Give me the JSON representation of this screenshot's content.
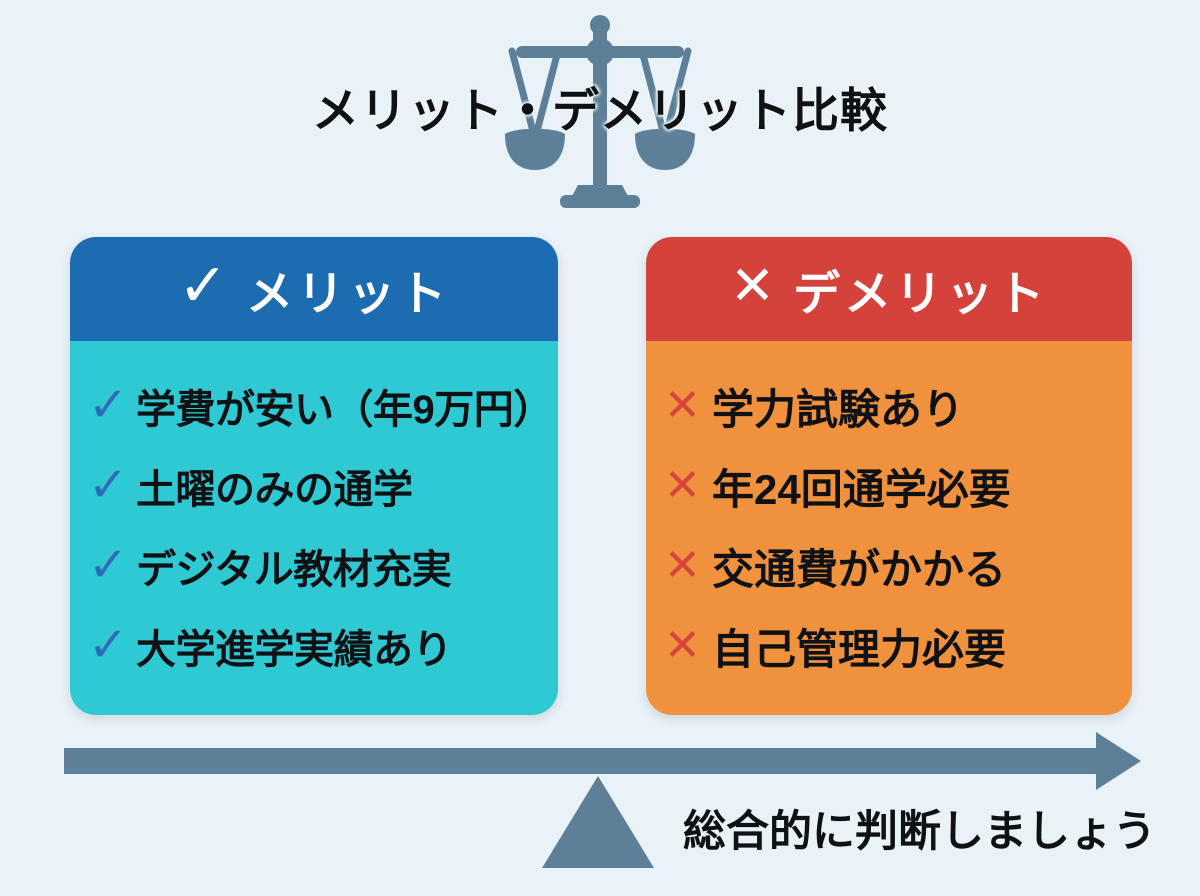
{
  "colors": {
    "page-bg": "#e9f2f7",
    "slate": "#5d7f97",
    "ink": "#0f1114",
    "header-text": "#ffffff",
    "merit-header-bg": "#1d6bb0",
    "merit-body-bg": "#2ec9d3",
    "merit-check": "#2e6db5",
    "demerit-header-bg": "#d5423b",
    "demerit-body-bg": "#f0923d",
    "demerit-x": "#d6443e"
  },
  "title": "メリット・デメリット比較",
  "scale_icon": "balance-scale",
  "merit_card": {
    "icon": "✓",
    "label": "メリット",
    "items": [
      {
        "icon": "✓",
        "text": "学費が安い（年9万円）"
      },
      {
        "icon": "✓",
        "text": "土曜のみの通学"
      },
      {
        "icon": "✓",
        "text": "デジタル教材充実"
      },
      {
        "icon": "✓",
        "text": "大学進学実績あり"
      }
    ]
  },
  "demerit_card": {
    "icon": "✕",
    "label": "デメリット",
    "items": [
      {
        "icon": "✕",
        "text": "学力試験あり"
      },
      {
        "icon": "✕",
        "text": "年24回通学必要"
      },
      {
        "icon": "✕",
        "text": "交通費がかかる"
      },
      {
        "icon": "✕",
        "text": "自己管理力必要"
      }
    ]
  },
  "footer": {
    "label": "総合的に判断しましょう"
  }
}
